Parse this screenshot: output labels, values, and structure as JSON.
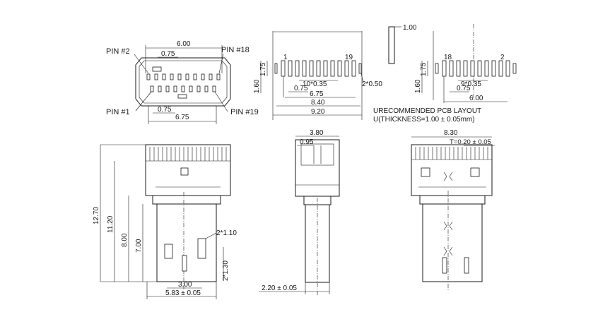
{
  "front_view": {
    "top_width": "6.00",
    "pitch_top": "0.75",
    "pitch_bottom": "0.75",
    "bottom_width": "6.75",
    "pin_tl": "PIN #2",
    "pin_tr": "PIN #18",
    "pin_bl": "PIN #1",
    "pin_br": "PIN #19"
  },
  "pcb_left": {
    "num_left": "1",
    "num_right": "19",
    "h_outer": "1.60",
    "h_inner": "1.75",
    "pads_spec": "10*0.35",
    "pitch": "0.75",
    "span": "6.75",
    "width_mid": "8.40",
    "width_total": "9.20",
    "slot": "2*0.50"
  },
  "thickness_sample": {
    "value": "1.00"
  },
  "pcb_right": {
    "num_left": "18",
    "num_right": "2",
    "h_outer": "1.60",
    "h_inner": "1.75",
    "pads_spec": "9*0.35",
    "pitch": "0.75",
    "span": "6.00"
  },
  "notes": {
    "line1": "URECOMMENDED PCB LAYOUT",
    "line2": "U(THICKNESS=1.00 ± 0.05mm)"
  },
  "side_view": {
    "h_total": "12.70",
    "h_body": "11.20",
    "h_plug": "8.00",
    "h_tongue": "7.00",
    "slot_w": "2*1.10",
    "slot_h": "2*1.30",
    "inner_w": "3.00",
    "plug_w": "5.83 ± 0.05"
  },
  "edge_view": {
    "width": "3.80",
    "top": "0.95",
    "bottom": "2.20 ± 0.05"
  },
  "rear_view": {
    "width": "8.30",
    "thickness": "T=0.20 ± 0.05"
  }
}
